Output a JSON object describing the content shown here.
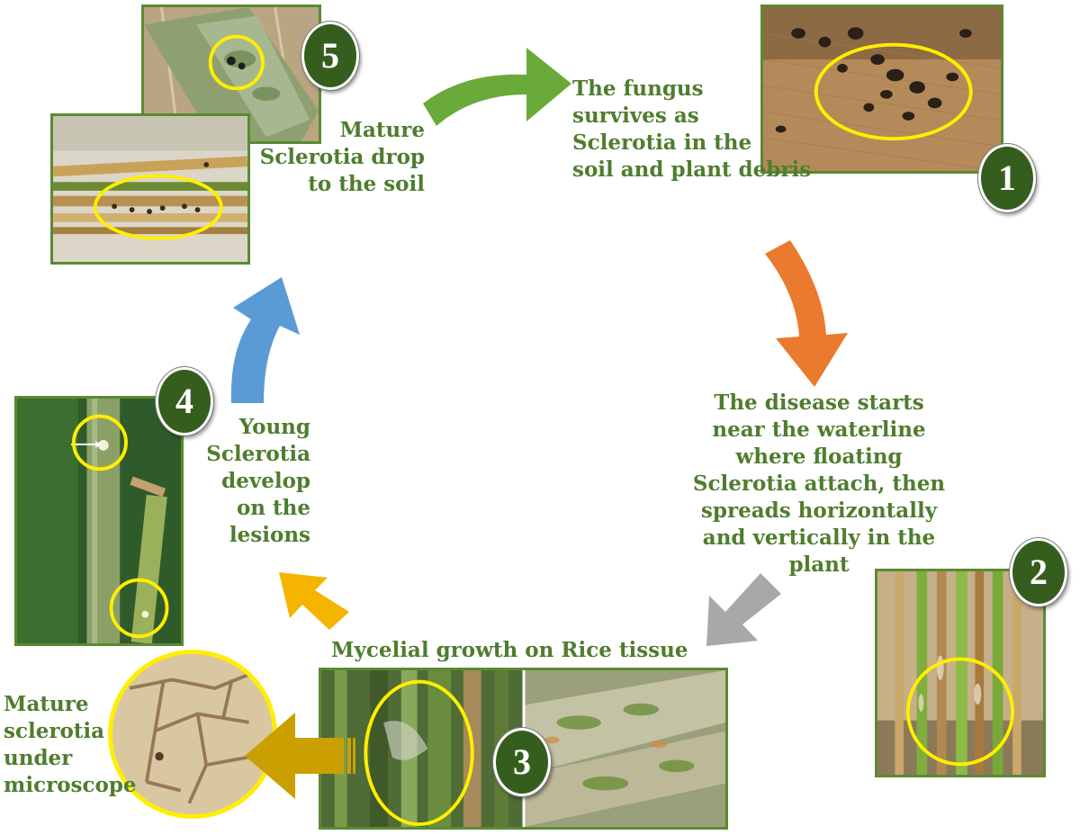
{
  "stages": [
    {
      "number": "1",
      "text": "The fungus\nsurvives as\nSclerotia in the\nsoil and plant debris"
    },
    {
      "number": "2",
      "text": "The disease starts\nnear the waterline\nwhere floating\nSclerotia attach, then\nspreads horizontally\nand vertically in the\nplant"
    },
    {
      "number": "3",
      "text": "Mycelial growth on Rice tissue"
    },
    {
      "number": "4",
      "text": "Young\nSclerotia\ndevelop\non the\nlesions"
    },
    {
      "number": "5",
      "text": "Mature\nSclerotia drop\nto the soil"
    }
  ],
  "microscope_caption": "Mature\nsclerotia\nunder\nmicroscope",
  "colors": {
    "label_text": "#4f7d2e",
    "badge_fill": "#355e1e",
    "photo_border": "#5b8a32",
    "highlight_ring": "#ffee00",
    "arrow_green": "#6aaa3a",
    "arrow_orange": "#ea7a2e",
    "arrow_gray": "#a8a8a8",
    "arrow_yellow": "#f4b400",
    "arrow_blue": "#5b9bd5",
    "arrow_mustard": "#c9a000"
  }
}
